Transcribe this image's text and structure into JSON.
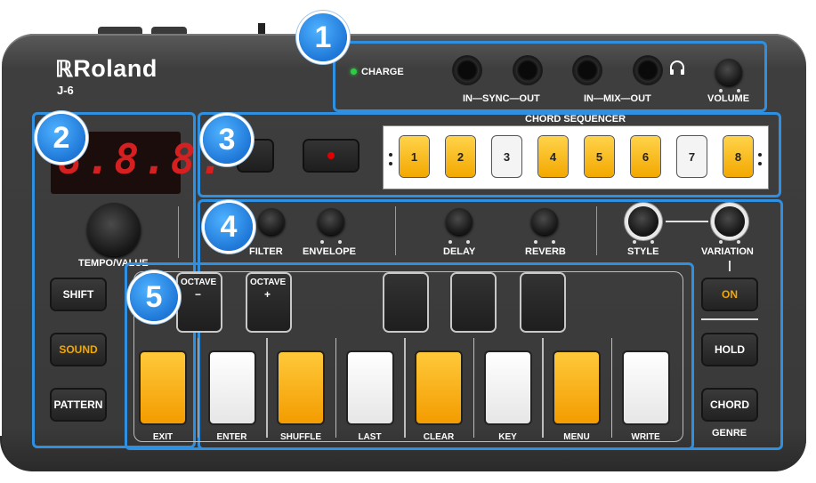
{
  "brand": {
    "logo": "Roland",
    "model": "J-6"
  },
  "callouts": [
    "1",
    "2",
    "3",
    "4",
    "5"
  ],
  "section1": {
    "charge": "CHARGE",
    "sync_label": "IN—SYNC—OUT",
    "mix_label": "IN—MIX—OUT",
    "volume": "VOLUME",
    "headphone_icon": "headphone-icon",
    "charge_color": "#2ecc40"
  },
  "section2": {
    "display": "8.8.8.",
    "tempo_knob": "TEMPO/VALUE",
    "buttons": [
      "SHIFT",
      "SOUND",
      "PATTERN"
    ],
    "sound_color": "#f3a800"
  },
  "section3": {
    "title": "CHORD SEQUENCER",
    "steps": [
      "1",
      "2",
      "3",
      "4",
      "5",
      "6",
      "7",
      "8"
    ],
    "step_colors": [
      "yellow",
      "yellow",
      "white",
      "yellow",
      "yellow",
      "yellow",
      "white",
      "yellow"
    ],
    "record_color": "#e00000"
  },
  "section4": {
    "knobs": [
      "FILTER",
      "ENVELOPE",
      "DELAY",
      "REVERB",
      "STYLE",
      "VARIATION"
    ],
    "buttons": [
      "ON",
      "HOLD",
      "CHORD"
    ],
    "genre": "GENRE"
  },
  "section5": {
    "octave_minus": "OCTAVE",
    "octave_minus_sign": "−",
    "octave_plus": "OCTAVE",
    "octave_plus_sign": "+",
    "key_labels": [
      "EXIT",
      "ENTER",
      "SHUFFLE",
      "LAST",
      "CLEAR",
      "KEY",
      "MENU",
      "WRITE"
    ]
  },
  "colors": {
    "accent": "#2f8fe0",
    "key_yellow": "#f3a800",
    "on_text": "#f3a800"
  }
}
